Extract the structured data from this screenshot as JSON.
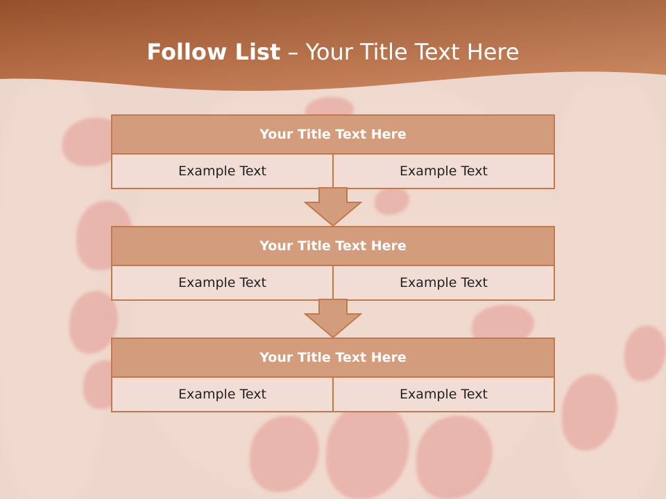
{
  "slide": {
    "title_main": "Follow List",
    "title_sub": "– Your Title Text Here"
  },
  "blocks": [
    {
      "title": "Your Title Text Here",
      "left": "Example Text",
      "right": "Example Text"
    },
    {
      "title": "Your Title Text Here",
      "left": "Example Text",
      "right": "Example Text"
    },
    {
      "title": "Your Title Text Here",
      "left": "Example Text",
      "right": "Example Text"
    }
  ],
  "colors": {
    "header_dark": "#8a4a28",
    "header_light": "#c9835c",
    "box_border": "#c0794b",
    "box_header": "#d39c7d",
    "box_body": "#f1dcd6",
    "arrow_fill": "#d39c7d"
  }
}
